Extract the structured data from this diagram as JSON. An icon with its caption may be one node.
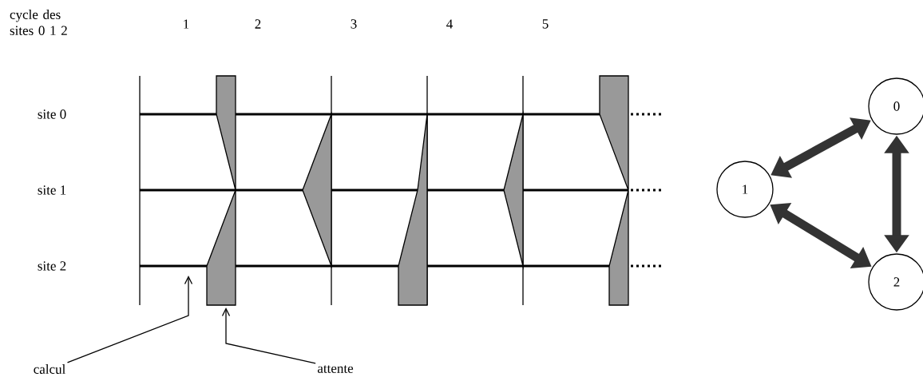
{
  "diagram": {
    "nodes": [
      {
        "text": [
          "0"
        ]
      },
      {
        "text": [
          "1"
        ]
      },
      {
        "text": [
          "2"
        ]
      },
      {
        "text": [
          "calcul"
        ]
      },
      {
        "text": [
          "attente"
        ]
      }
    ],
    "edges": [
      {
        "from": 0,
        "to": 1,
        "arrow": "both"
      },
      {
        "from": 0,
        "to": 2,
        "arrow": "both"
      },
      {
        "from": 1,
        "to": 2,
        "arrow": "both"
      },
      {
        "from": 3,
        "to": null,
        "arrow": "to"
      },
      {
        "from": 4,
        "to": null,
        "arrow": "to"
      }
    ],
    "labels": [
      "cycle des sites 0 1 2",
      "1",
      "2",
      "3",
      "4",
      "5",
      "site 0",
      "site 1",
      "site 2"
    ]
  }
}
